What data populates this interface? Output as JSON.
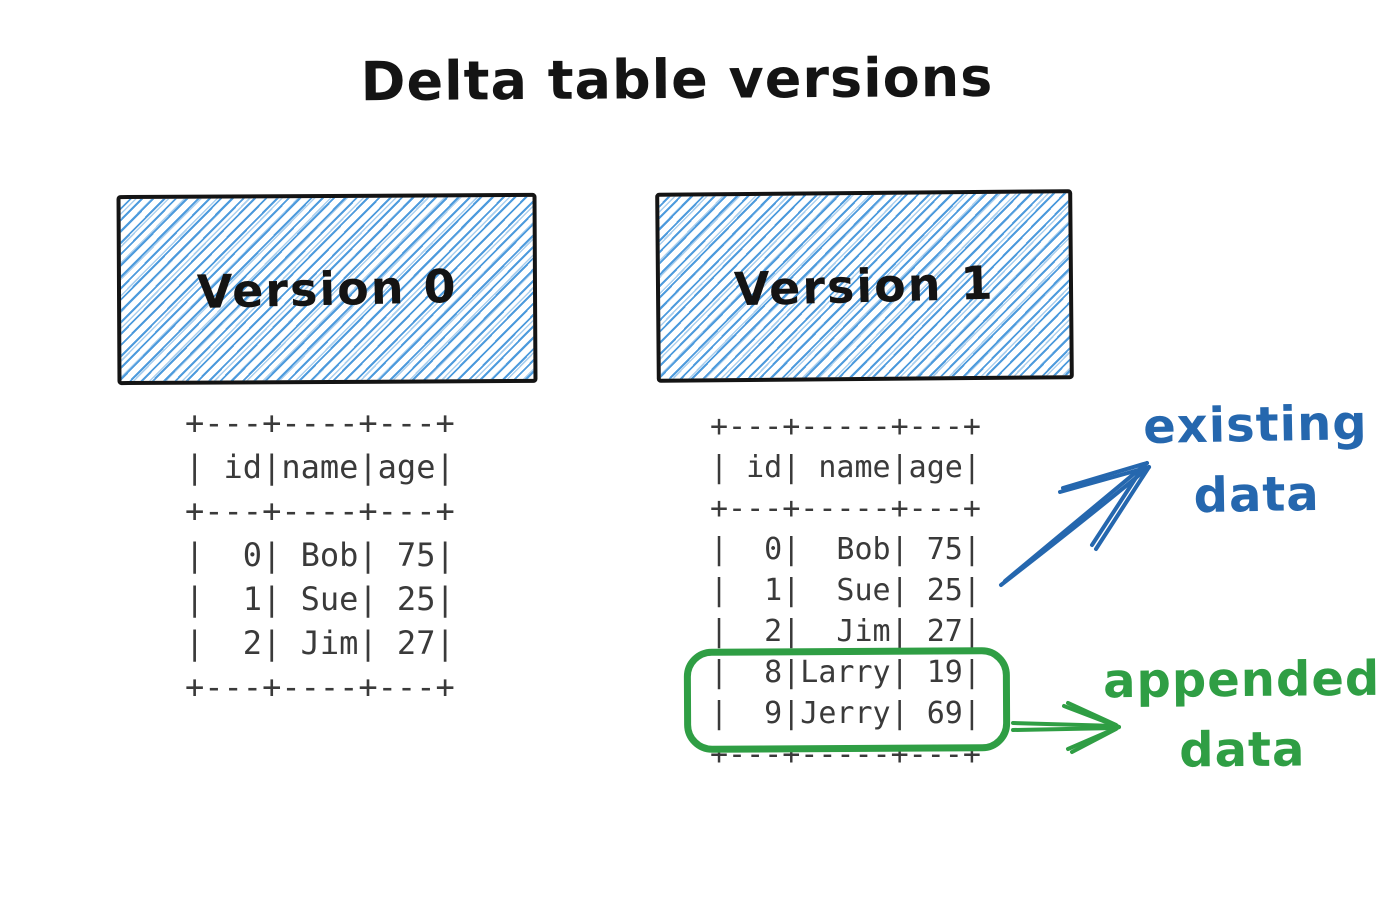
{
  "title": "Delta table versions",
  "versions": [
    {
      "label": "Version 0",
      "table": {
        "columns": [
          "id",
          "name",
          "age"
        ],
        "rows": [
          [
            0,
            "Bob",
            75
          ],
          [
            1,
            "Sue",
            25
          ],
          [
            2,
            "Jim",
            27
          ]
        ],
        "ascii": "+---+----+---+\n| id|name|age|\n+---+----+---+\n|  0| Bob| 75|\n|  1| Sue| 25|\n|  2| Jim| 27|\n+---+----+---+"
      }
    },
    {
      "label": "Version 1",
      "table": {
        "columns": [
          "id",
          "name",
          "age"
        ],
        "rows": [
          [
            0,
            "Bob",
            75
          ],
          [
            1,
            "Sue",
            25
          ],
          [
            2,
            "Jim",
            27
          ],
          [
            8,
            "Larry",
            19
          ],
          [
            9,
            "Jerry",
            69
          ]
        ],
        "ascii": "+---+-----+---+\n| id| name|age|\n+---+-----+---+\n|  0|  Bob| 75|\n|  1|  Sue| 25|\n|  2|  Jim| 27|\n|  8|Larry| 19|\n|  9|Jerry| 69|\n+---+-----+---+"
      }
    }
  ],
  "annotations": {
    "existing": {
      "text": "existing\ndata",
      "color": "#2567ae"
    },
    "appended": {
      "text": "appended\ndata",
      "color": "#2f9e44"
    }
  },
  "highlight": {
    "purpose": "appended rows 8 Larry 19 and 9 Jerry 69",
    "color": "#2f9e44"
  },
  "colors": {
    "sketch_black": "#141414",
    "hatch_blue": "#4596db",
    "table_text": "#3a3a3a",
    "annotation_blue": "#2567ae",
    "annotation_green": "#2f9e44",
    "background": "#ffffff"
  }
}
